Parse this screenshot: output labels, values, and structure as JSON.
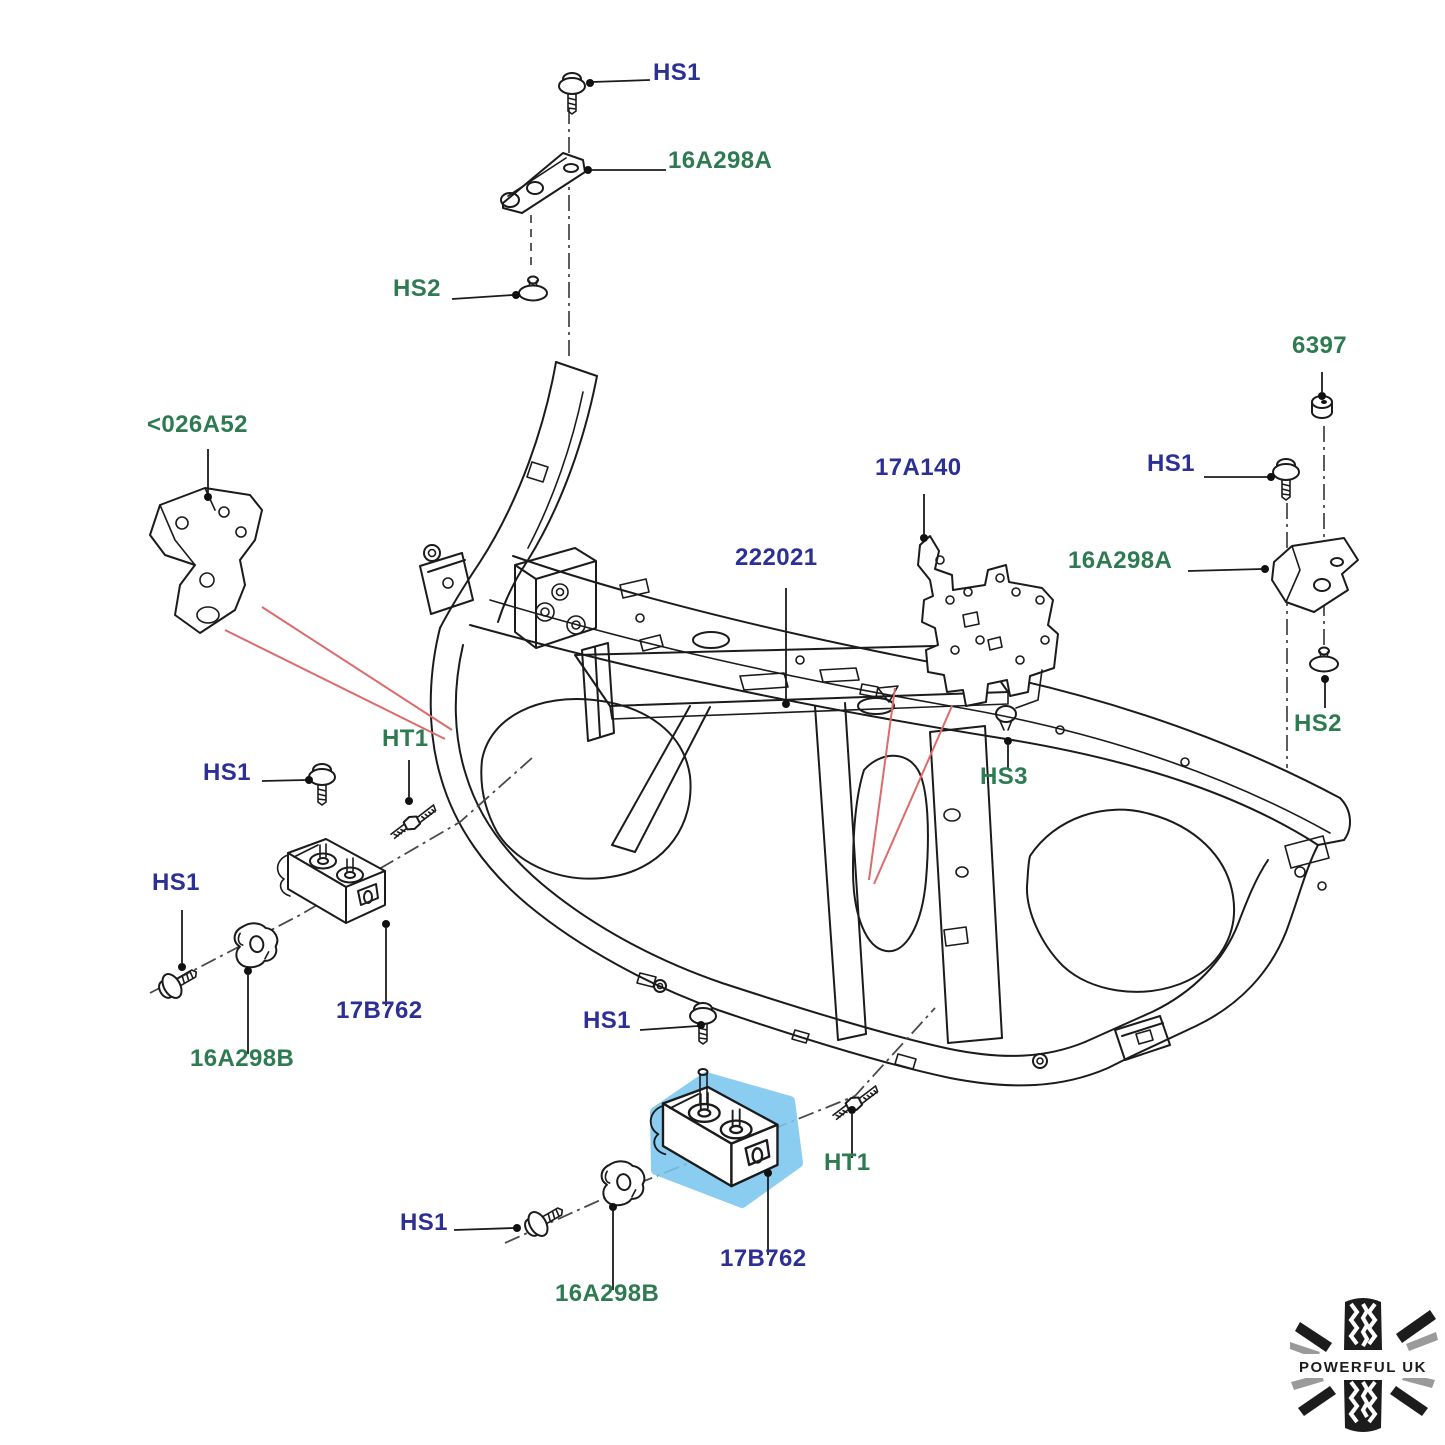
{
  "diagram": {
    "type": "exploded-parts-diagram",
    "subject": "vehicle front end panel assembly",
    "colors": {
      "label_blue": "#2b2f96",
      "label_green": "#2e7b52",
      "leader_red": "#dd6b6b",
      "line_black": "#1b1b1b",
      "highlight_cyan": "#7cc7ee",
      "highlight_stroke": "#3f7aa8",
      "logo_black": "#1c1c1c",
      "logo_gray": "#9a9a9a"
    },
    "labels": [
      {
        "id": "hs1-top",
        "text": "HS1",
        "color": "blue"
      },
      {
        "id": "16a298a-top",
        "text": "16A298A",
        "color": "green"
      },
      {
        "id": "hs2-top",
        "text": "HS2",
        "color": "green"
      },
      {
        "id": "6397-right",
        "text": "6397",
        "color": "green"
      },
      {
        "id": "026a52-left",
        "text": "<026A52",
        "color": "green"
      },
      {
        "id": "17a140-mid",
        "text": "17A140",
        "color": "blue"
      },
      {
        "id": "hs1-right",
        "text": "HS1",
        "color": "blue"
      },
      {
        "id": "222021-main",
        "text": "222021",
        "color": "blue"
      },
      {
        "id": "16a298a-right",
        "text": "16A298A",
        "color": "green"
      },
      {
        "id": "hs3-mid",
        "text": "HS3",
        "color": "green"
      },
      {
        "id": "hs2-right",
        "text": "HS2",
        "color": "green"
      },
      {
        "id": "ht1-left",
        "text": "HT1",
        "color": "green"
      },
      {
        "id": "hs1-left-upper",
        "text": "HS1",
        "color": "blue"
      },
      {
        "id": "hs1-left-lower",
        "text": "HS1",
        "color": "blue"
      },
      {
        "id": "17b762-left",
        "text": "17B762",
        "color": "blue"
      },
      {
        "id": "16a298b-left",
        "text": "16A298B",
        "color": "green"
      },
      {
        "id": "hs1-bottom-mid",
        "text": "HS1",
        "color": "blue"
      },
      {
        "id": "ht1-bottom",
        "text": "HT1",
        "color": "green"
      },
      {
        "id": "hs1-bottom-left",
        "text": "HS1",
        "color": "blue"
      },
      {
        "id": "17b762-bottom",
        "text": "17B762",
        "color": "blue"
      },
      {
        "id": "16a298b-bottom",
        "text": "16A298B",
        "color": "green"
      }
    ],
    "highlighted_part": "17B762",
    "logo": {
      "text": "POWERFUL UK"
    }
  }
}
